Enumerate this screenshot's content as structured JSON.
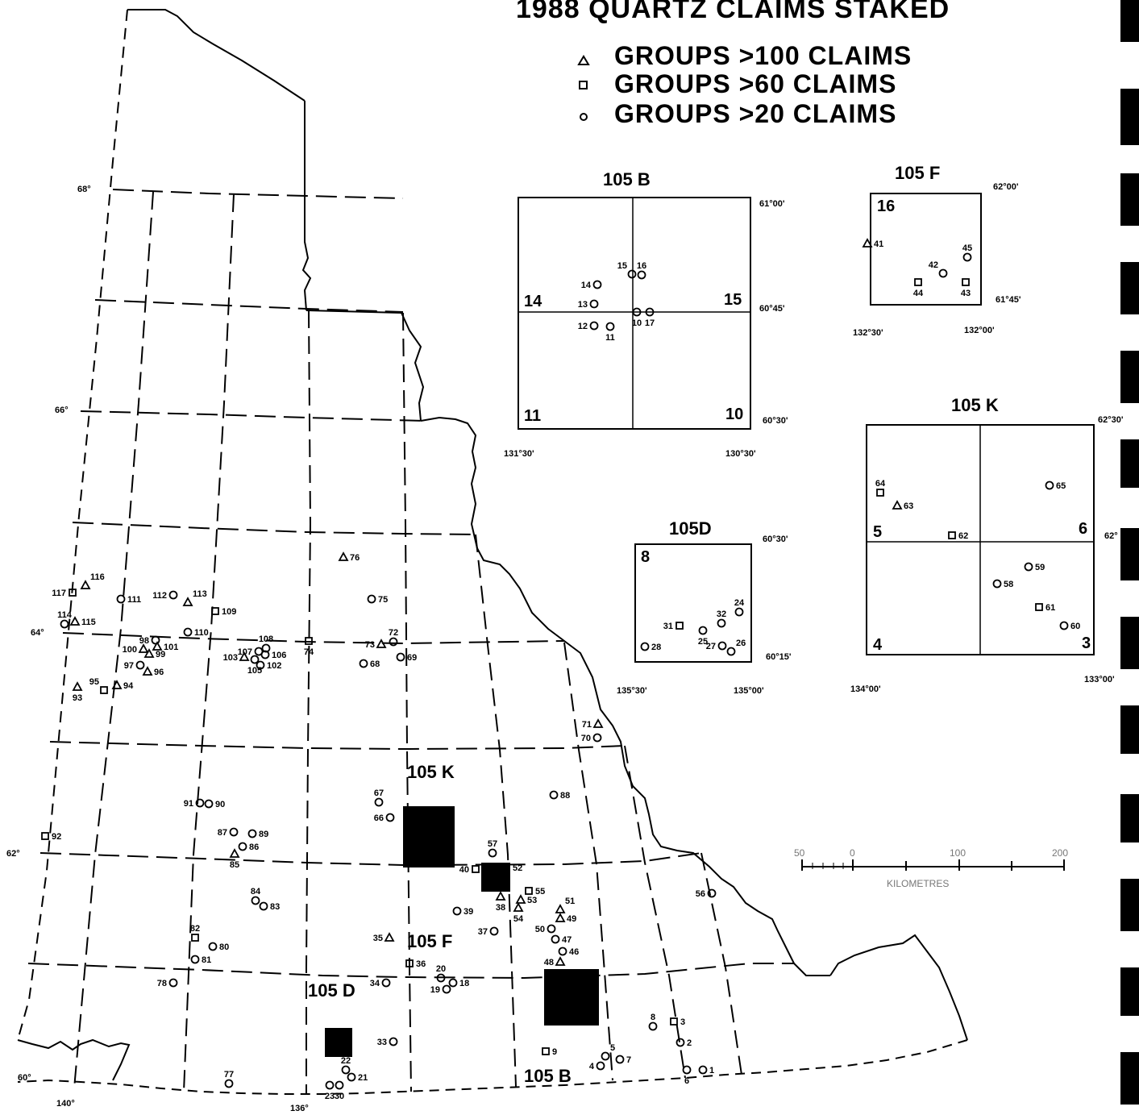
{
  "title": "1988 QUARTZ CLAIMS STAKED",
  "legend": [
    {
      "symbol": "triangle",
      "label": "GROUPS >100 CLAIMS"
    },
    {
      "symbol": "square",
      "label": "GROUPS >60 CLAIMS"
    },
    {
      "symbol": "circle",
      "label": "GROUPS >20 CLAIMS"
    }
  ],
  "latitudes": [
    "68°",
    "66°",
    "64°",
    "62°",
    "60°"
  ],
  "longitudes": [
    "140°",
    "136°"
  ],
  "region_labels": [
    "105 K",
    "105 F",
    "105 D",
    "105 B"
  ],
  "scale": {
    "ticks": [
      "50",
      "0",
      "100",
      "200"
    ],
    "unit": "KILOMETRES"
  },
  "points": [
    {
      "id": "1",
      "t": "c"
    },
    {
      "id": "2",
      "t": "c"
    },
    {
      "id": "3",
      "t": "s"
    },
    {
      "id": "4",
      "t": "c"
    },
    {
      "id": "5",
      "t": "c"
    },
    {
      "id": "6",
      "t": "c"
    },
    {
      "id": "7",
      "t": "c"
    },
    {
      "id": "8",
      "t": "c"
    },
    {
      "id": "9",
      "t": "s"
    },
    {
      "id": "18",
      "t": "c"
    },
    {
      "id": "19",
      "t": "c"
    },
    {
      "id": "20",
      "t": "c"
    },
    {
      "id": "21",
      "t": "c"
    },
    {
      "id": "22",
      "t": "c"
    },
    {
      "id": "23",
      "t": "c"
    },
    {
      "id": "30",
      "t": "c"
    },
    {
      "id": "33",
      "t": "c"
    },
    {
      "id": "34",
      "t": "c"
    },
    {
      "id": "35",
      "t": "t"
    },
    {
      "id": "36",
      "t": "s"
    },
    {
      "id": "37",
      "t": "c"
    },
    {
      "id": "38",
      "t": "t"
    },
    {
      "id": "39",
      "t": "c"
    },
    {
      "id": "40",
      "t": "s"
    },
    {
      "id": "46",
      "t": "c"
    },
    {
      "id": "47",
      "t": "c"
    },
    {
      "id": "48",
      "t": "t"
    },
    {
      "id": "49",
      "t": "t"
    },
    {
      "id": "50",
      "t": "c"
    },
    {
      "id": "51",
      "t": "t"
    },
    {
      "id": "52",
      "t": "s"
    },
    {
      "id": "53",
      "t": "t"
    },
    {
      "id": "54",
      "t": "t"
    },
    {
      "id": "55",
      "t": "s"
    },
    {
      "id": "56",
      "t": "c"
    },
    {
      "id": "57",
      "t": "c"
    },
    {
      "id": "66",
      "t": "c"
    },
    {
      "id": "67",
      "t": "c"
    },
    {
      "id": "68",
      "t": "c"
    },
    {
      "id": "69",
      "t": "c"
    },
    {
      "id": "70",
      "t": "c"
    },
    {
      "id": "71",
      "t": "t"
    },
    {
      "id": "72",
      "t": "c"
    },
    {
      "id": "73",
      "t": "t"
    },
    {
      "id": "74",
      "t": "s"
    },
    {
      "id": "75",
      "t": "c"
    },
    {
      "id": "76",
      "t": "t"
    },
    {
      "id": "77",
      "t": "c"
    },
    {
      "id": "78",
      "t": "c"
    },
    {
      "id": "80",
      "t": "c"
    },
    {
      "id": "81",
      "t": "c"
    },
    {
      "id": "82",
      "t": "s"
    },
    {
      "id": "83",
      "t": "c"
    },
    {
      "id": "84",
      "t": "c"
    },
    {
      "id": "85",
      "t": "t"
    },
    {
      "id": "86",
      "t": "c"
    },
    {
      "id": "87",
      "t": "c"
    },
    {
      "id": "88",
      "t": "c"
    },
    {
      "id": "89",
      "t": "c"
    },
    {
      "id": "90",
      "t": "c"
    },
    {
      "id": "91",
      "t": "c"
    },
    {
      "id": "92",
      "t": "s"
    },
    {
      "id": "93",
      "t": "t"
    },
    {
      "id": "94",
      "t": "t"
    },
    {
      "id": "95",
      "t": "s"
    },
    {
      "id": "96",
      "t": "t"
    },
    {
      "id": "97",
      "t": "c"
    },
    {
      "id": "98",
      "t": "c"
    },
    {
      "id": "99",
      "t": "t"
    },
    {
      "id": "100",
      "t": "t"
    },
    {
      "id": "101",
      "t": "t"
    },
    {
      "id": "102",
      "t": "c"
    },
    {
      "id": "103",
      "t": "t"
    },
    {
      "id": "105",
      "t": "c"
    },
    {
      "id": "106",
      "t": "c"
    },
    {
      "id": "107",
      "t": "c"
    },
    {
      "id": "108",
      "t": "c"
    },
    {
      "id": "109",
      "t": "s"
    },
    {
      "id": "110",
      "t": "c"
    },
    {
      "id": "111",
      "t": "c"
    },
    {
      "id": "112",
      "t": "c"
    },
    {
      "id": "113",
      "t": "t"
    },
    {
      "id": "114",
      "t": "c"
    },
    {
      "id": "115",
      "t": "t"
    },
    {
      "id": "116",
      "t": "t"
    },
    {
      "id": "117",
      "t": "s"
    }
  ],
  "insets": [
    {
      "name": "105 B",
      "quadrants": [
        "14",
        "15",
        "11",
        "10"
      ],
      "coords": [
        "61°00'",
        "60°45'",
        "60°30'",
        "131°30'",
        "130°30'"
      ],
      "points": [
        {
          "id": "10",
          "t": "c"
        },
        {
          "id": "11",
          "t": "c"
        },
        {
          "id": "12",
          "t": "c"
        },
        {
          "id": "13",
          "t": "c"
        },
        {
          "id": "14",
          "t": "c"
        },
        {
          "id": "15",
          "t": "c"
        },
        {
          "id": "16",
          "t": "c"
        },
        {
          "id": "17",
          "t": "c"
        }
      ]
    },
    {
      "name": "105 F",
      "quadrants": [
        "16"
      ],
      "coords": [
        "62°00'",
        "61°45'",
        "132°30'",
        "132°00'"
      ],
      "points": [
        {
          "id": "41",
          "t": "t"
        },
        {
          "id": "42",
          "t": "c"
        },
        {
          "id": "43",
          "t": "s"
        },
        {
          "id": "44",
          "t": "s"
        },
        {
          "id": "45",
          "t": "c"
        }
      ]
    },
    {
      "name": "105 K",
      "quadrants": [
        "5",
        "6",
        "4",
        "3"
      ],
      "coords": [
        "62°30'",
        "62°",
        "134°00'",
        "133°00'"
      ],
      "points": [
        {
          "id": "58",
          "t": "c"
        },
        {
          "id": "59",
          "t": "c"
        },
        {
          "id": "60",
          "t": "c"
        },
        {
          "id": "61",
          "t": "s"
        },
        {
          "id": "62",
          "t": "s"
        },
        {
          "id": "63",
          "t": "t"
        },
        {
          "id": "64",
          "t": "s"
        },
        {
          "id": "65",
          "t": "c"
        }
      ]
    },
    {
      "name": "105D",
      "quadrants": [
        "8"
      ],
      "coords": [
        "60°30'",
        "60°15'",
        "135°30'",
        "135°00'"
      ],
      "points": [
        {
          "id": "24",
          "t": "c"
        },
        {
          "id": "25",
          "t": "c"
        },
        {
          "id": "26",
          "t": "c"
        },
        {
          "id": "27",
          "t": "c"
        },
        {
          "id": "28",
          "t": "c"
        },
        {
          "id": "31",
          "t": "s"
        },
        {
          "id": "32",
          "t": "c"
        }
      ]
    }
  ]
}
